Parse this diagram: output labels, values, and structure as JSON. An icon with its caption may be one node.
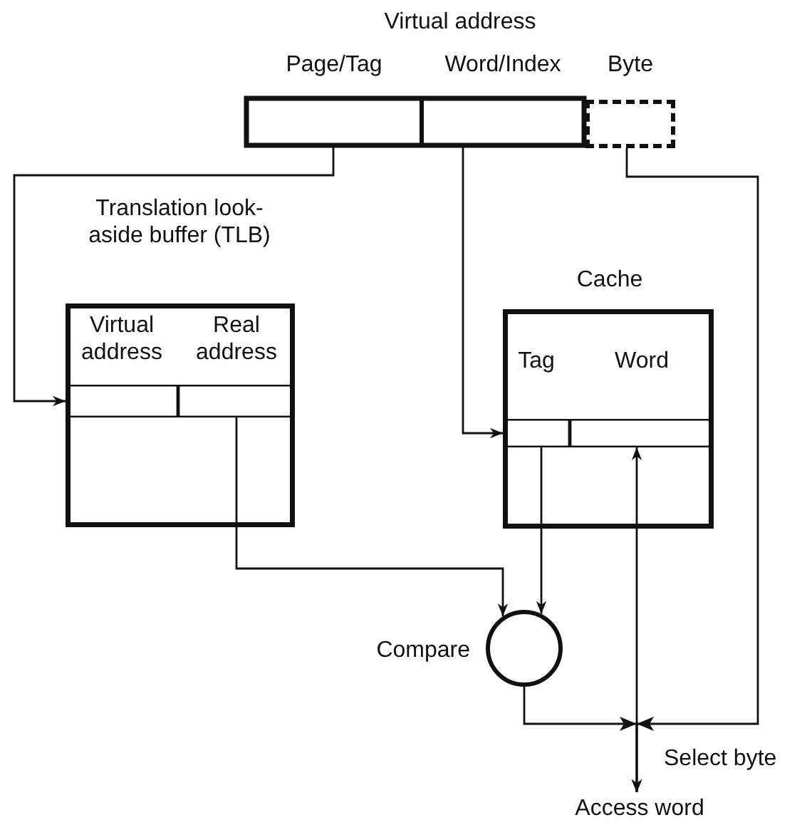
{
  "diagram": {
    "nodes": [
      {
        "text": [
          "Page/Tag"
        ]
      },
      {
        "text": [
          "Word/Index"
        ]
      },
      {
        "text": [
          "Byte"
        ]
      },
      {
        "text": [
          "Translation look-aside buffer (TLB)"
        ]
      },
      {
        "text": [
          "Virtual address"
        ],
        "in": 3
      },
      {
        "text": [
          "Real address"
        ],
        "in": 3
      },
      {
        "text": [
          "Cache"
        ]
      },
      {
        "text": [
          "Tag"
        ],
        "in": 6
      },
      {
        "text": [
          "Word"
        ],
        "in": 6
      },
      {
        "text": [],
        "shape": "circle",
        "beside": [
          "Compare"
        ]
      },
      {
        "text": [
          "Access word"
        ]
      }
    ],
    "edges": [
      {
        "from": 0,
        "to": 4,
        "arrow": "to"
      },
      {
        "from": 1,
        "to": 7,
        "arrow": "to"
      },
      {
        "from": 5,
        "to": 9,
        "arrow": "to"
      },
      {
        "from": 7,
        "to": 9,
        "arrow": "to"
      },
      {
        "from": 9,
        "to": 10,
        "arrow": "to"
      },
      {
        "from": 2,
        "to": 10,
        "arrow": "to",
        "label": "Select byte"
      },
      {
        "from": 8,
        "to": 10,
        "arrow": "both"
      }
    ],
    "labels": [
      "Virtual address"
    ]
  }
}
